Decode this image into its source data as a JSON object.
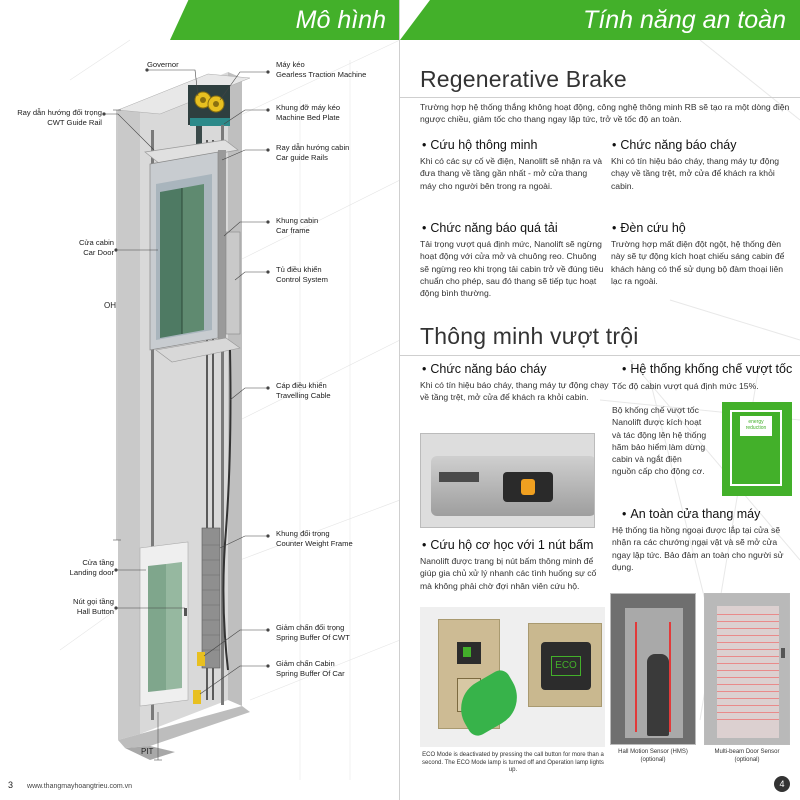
{
  "left_page": {
    "header": "Mô hình",
    "labels": {
      "governor": "Governor",
      "traction_vi": "Máy kéo",
      "traction_en": "Gearless Traction Machine",
      "cwt_rail_vi": "Ray dẫn hướng đối trọng",
      "cwt_rail_en": "CWT Guide Rail",
      "bed_vi": "Khung đỡ máy kéo",
      "bed_en": "Machine Bed Plate",
      "car_rail_vi": "Ray dẫn hướng cabin",
      "car_rail_en": "Car guide Rails",
      "car_door_vi": "Cửa cabin",
      "car_door_en": "Car Door",
      "car_frame_vi": "Khung cabin",
      "car_frame_en": "Car frame",
      "control_vi": "Tủ điều khiển",
      "control_en": "Control System",
      "oh": "OH",
      "cable_vi": "Cáp điều khiển",
      "cable_en": "Travelling Cable",
      "cwt_frame_vi": "Khung đối trọng",
      "cwt_frame_en": "Counter Weight Frame",
      "landing_vi": "Cửa tầng",
      "landing_en": "Landing door",
      "hall_vi": "Nút gọi tầng",
      "hall_en": "Hall Button",
      "buf_cwt_vi": "Giảm chấn đối trọng",
      "buf_cwt_en": "Spring Buffer Of CWT",
      "buf_car_vi": "Giảm chấn Cabin",
      "buf_car_en": "Spring Buffer Of Car",
      "pit": "PIT"
    },
    "page_number": "3",
    "website": "www.thangmayhoangtrieu.com.vn"
  },
  "right_page": {
    "header": "Tính năng an toàn",
    "regen": {
      "title": "Regenerative Brake",
      "text": "Trường hợp hệ thống thắng không hoạt động, công nghệ thông minh RB sẽ tạo ra một dòng điện ngược chiều, giảm tốc cho thang ngay lập tức, trở về tốc độ an toàn."
    },
    "rescue": {
      "title": "Cứu hộ thông minh",
      "text": "Khi có các sự cố về điện, Nanolift sẽ nhận ra và đưa thang về tầng gần nhất - mở cửa thang máy cho người bên trong ra ngoài."
    },
    "fire": {
      "title": "Chức năng báo cháy",
      "text": "Khi có tín hiệu báo cháy, thang máy tự động chạy về tầng trệt, mở cửa để khách ra khỏi cabin."
    },
    "overload": {
      "title": "Chức năng báo quá tải",
      "text": "Tải trọng vượt quá định mức, Nanolift sẽ ngừng hoạt động với cửa mở và chuông reo. Chuông sẽ ngừng reo khi trọng tải cabin trở về đúng tiêu chuẩn cho phép, sau đó thang sẽ tiếp tục hoạt động bình thường."
    },
    "light": {
      "title": "Đèn cứu hộ",
      "text": "Trường hợp mất điện đột ngột, hệ thống đèn này sẽ tự động kích hoạt chiếu sáng cabin để khách hàng có thể sử dụng bộ đàm thoại liên lạc ra ngoài."
    },
    "smart": {
      "title": "Thông minh vượt trội",
      "fire_title": "Chức năng báo cháy",
      "fire_text": "Khi có tín hiệu báo cháy, thang máy tự động chạy về tầng trệt, mở cửa để khách ra khỏi cabin.",
      "speed_title": "Hệ thống khống chế vượt tốc",
      "speed_text1": "Tốc độ cabin vượt quá định mức 15%.",
      "speed_text2": "Bộ khống chế vượt tốc Nanolift được kích hoạt và tác động lên hệ thống hãm bảo hiểm làm dừng cabin và ngắt điện nguồn cấp cho động cơ.",
      "energy_text": "energy reduction",
      "mech_title": "Cứu hộ cơ học với 1 nút bấm",
      "mech_text": "Nanolift được trang bị nút bấm thông minh để giúp gia chủ xử lý nhanh các tình huống sự cố mà không phải chờ đợi nhân viên cứu hộ.",
      "eco_text": "ECO",
      "eco_caption": "ECO Mode is deactivated by pressing the call button for more than a second. The ECO Mode lamp is turned off and Operation lamp lights up.",
      "door_title": "An toàn cửa thang máy",
      "door_text": "Hệ thống tia hồng ngoại được lắp tại cửa sẽ nhận ra các chướng ngại vật và sẽ mở cửa ngay lập tức. Bảo đảm an toàn cho người sử dụng.",
      "hms_caption": "Hall Motion Sensor (HMS) (optional)",
      "multibeam_caption": "Multi-beam Door Sensor (optional)"
    },
    "page_number": "4"
  },
  "colors": {
    "brand_green": "#43b02a",
    "text": "#333333"
  }
}
